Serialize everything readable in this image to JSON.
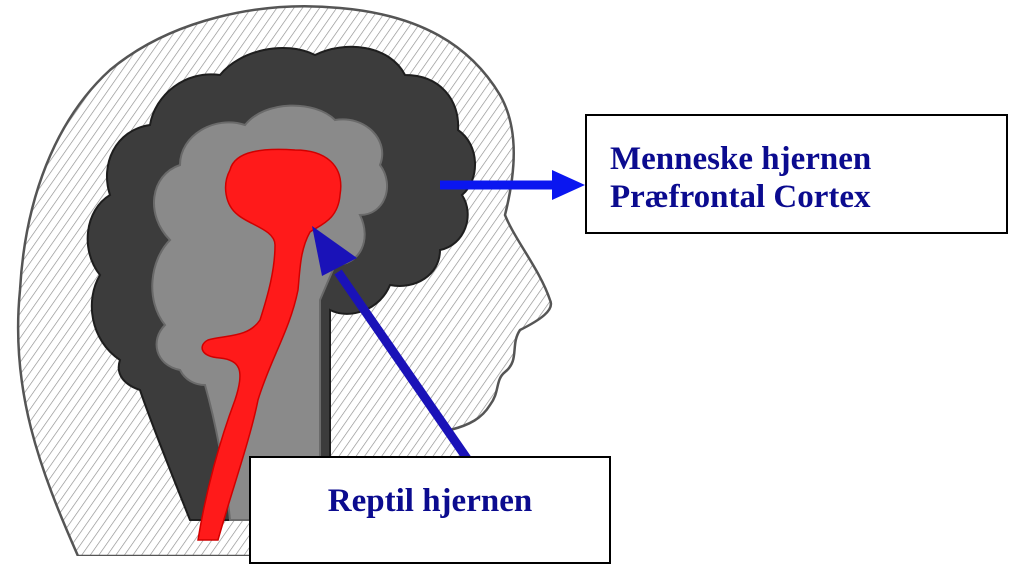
{
  "labels": {
    "human_brain": {
      "line1": "Menneske hjernen",
      "line2": "Præfrontal Cortex"
    },
    "reptile_brain": "Reptil hjernen"
  },
  "colors": {
    "outer_brain": "#3c3c3c",
    "inner_brain": "#8a8a8a",
    "brainstem": "#ff1a1a",
    "human_arrow": "#0a16f0",
    "reptile_arrow": "#1a12b8",
    "label_text": "#0b0b8f",
    "hatching": "#9a9a9a"
  }
}
